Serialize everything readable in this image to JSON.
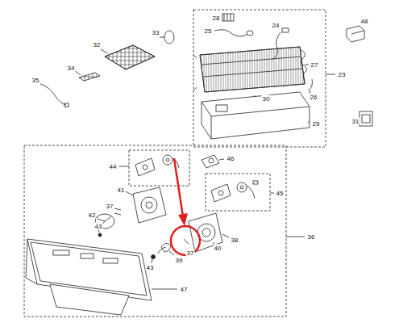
{
  "diagram": {
    "labels": [
      "28",
      "48",
      "33",
      "25",
      "24",
      "32",
      "27",
      "34",
      "23",
      "35",
      "30",
      "26",
      "29",
      "31",
      "46",
      "44",
      "45",
      "41",
      "37",
      "42",
      "43",
      "38",
      "36",
      "40",
      "37",
      "39",
      "43",
      "47"
    ]
  }
}
